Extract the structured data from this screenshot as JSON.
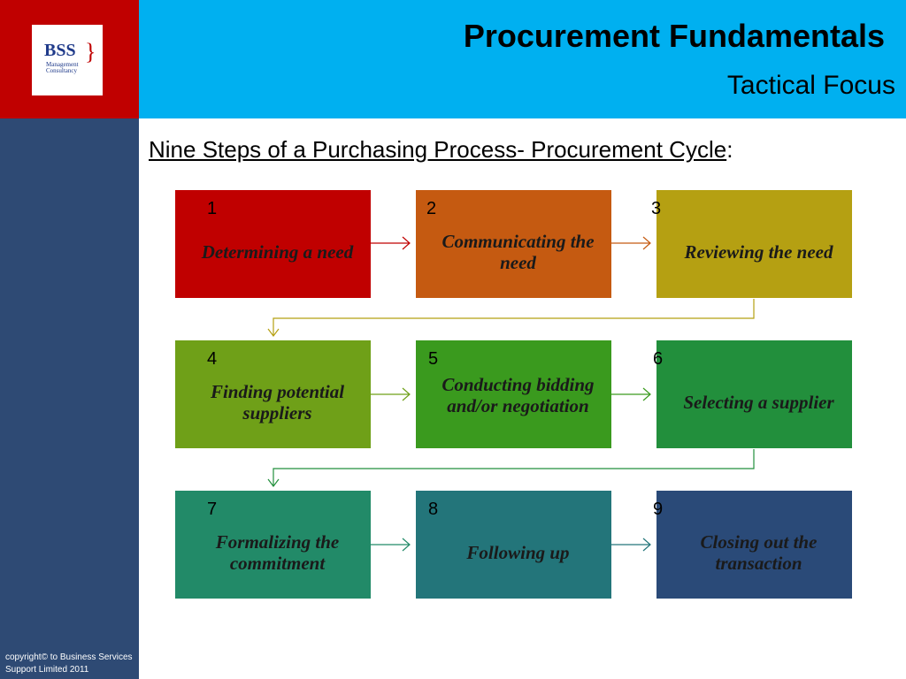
{
  "header": {
    "title": "Procurement Fundamentals",
    "subtitle": "Tactical Focus"
  },
  "logo": {
    "main": "BSS",
    "sub1": "Management",
    "sub2": "Consultancy"
  },
  "heading": {
    "text": "Nine Steps of a Purchasing Process- Procurement Cycle",
    "suffix": ":"
  },
  "steps": [
    {
      "num": "1",
      "label": "Determining a need",
      "color": "#c00000"
    },
    {
      "num": "2",
      "label": "Communicating the need",
      "color": "#c55a11"
    },
    {
      "num": "3",
      "label": "Reviewing the need",
      "color": "#b5a012"
    },
    {
      "num": "4",
      "label": "Finding potential suppliers",
      "color": "#6fa018"
    },
    {
      "num": "5",
      "label": "Conducting bidding and/or negotiation",
      "color": "#3a9a1e"
    },
    {
      "num": "6",
      "label": "Selecting a supplier",
      "color": "#228f3c"
    },
    {
      "num": "7",
      "label": "Formalizing the commitment",
      "color": "#228a68"
    },
    {
      "num": "8",
      "label": "Following up",
      "color": "#23757a"
    },
    {
      "num": "9",
      "label": "Closing out the transaction",
      "color": "#2a4a78"
    }
  ],
  "footer": {
    "text": "copyright© to Business Services Support Limited 2011"
  }
}
